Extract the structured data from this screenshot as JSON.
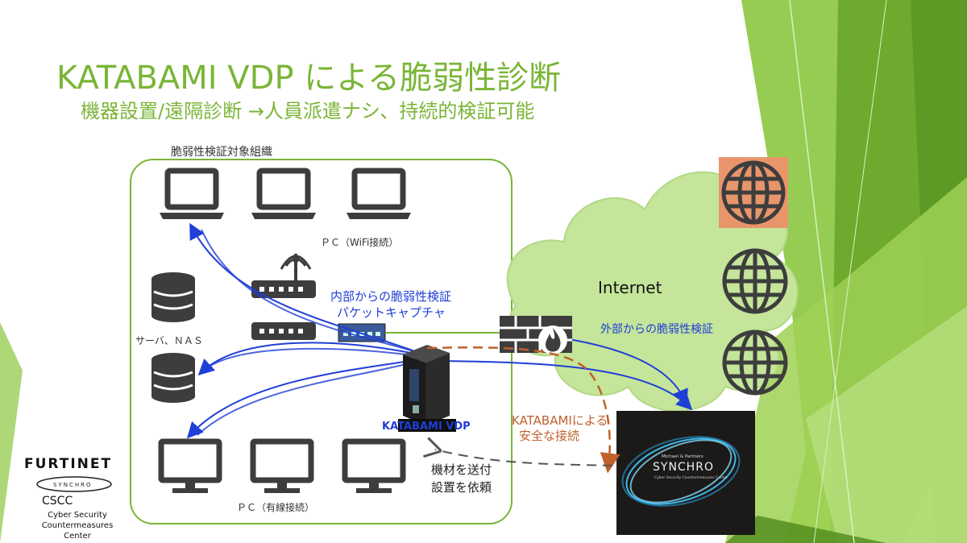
{
  "title": "KATABAMI VDP による脆弱性診断",
  "subtitle": "機器設置/遠隔診断 →人員派遣ナシ、持続的検証可能",
  "diagram": {
    "org_label": "脆弱性検証対象組織",
    "wifi_pc_label": "ＰＣ（WiFi接続）",
    "server_label": "サーバ、ＮＡＳ",
    "wired_pc_label": "ＰＣ（有線接続）",
    "internal_scan_line1": "内部からの脆弱性検証",
    "internal_scan_line2": "パケットキャプチャ",
    "device_label": "KATABAMI VDP",
    "internet_label": "Internet",
    "external_scan_label": "外部からの脆弱性検証",
    "secure_conn_line1": "KATABAMIによる",
    "secure_conn_line2": "安全な接続",
    "ship_line1": "機材を送付",
    "ship_line2": "設置を依頼",
    "synchro_small": "Michael & Partners",
    "synchro_name": "SYNCHRO",
    "synchro_sub": "Cyber Security Countermeasures Center"
  },
  "logos": {
    "fortinet": "FURTINET",
    "synchro_badge": "SYNCHRO",
    "cscc": "CSCC",
    "cscc_full": "Cyber Security Countermeasures Center"
  },
  "colors": {
    "accent_green": "#7ab536",
    "arrow_blue": "#1f3fd6",
    "dashed_orange": "#c0612b",
    "cloud_fill": "#c4e59a",
    "globe_orange_bg": "#e8956b",
    "icon_gray": "#3d3d3d"
  },
  "icons": [
    "laptop-icon",
    "router-icon",
    "switch-icon",
    "database-icon",
    "monitor-icon",
    "firewall-icon",
    "globe-icon",
    "server-tower-icon"
  ]
}
